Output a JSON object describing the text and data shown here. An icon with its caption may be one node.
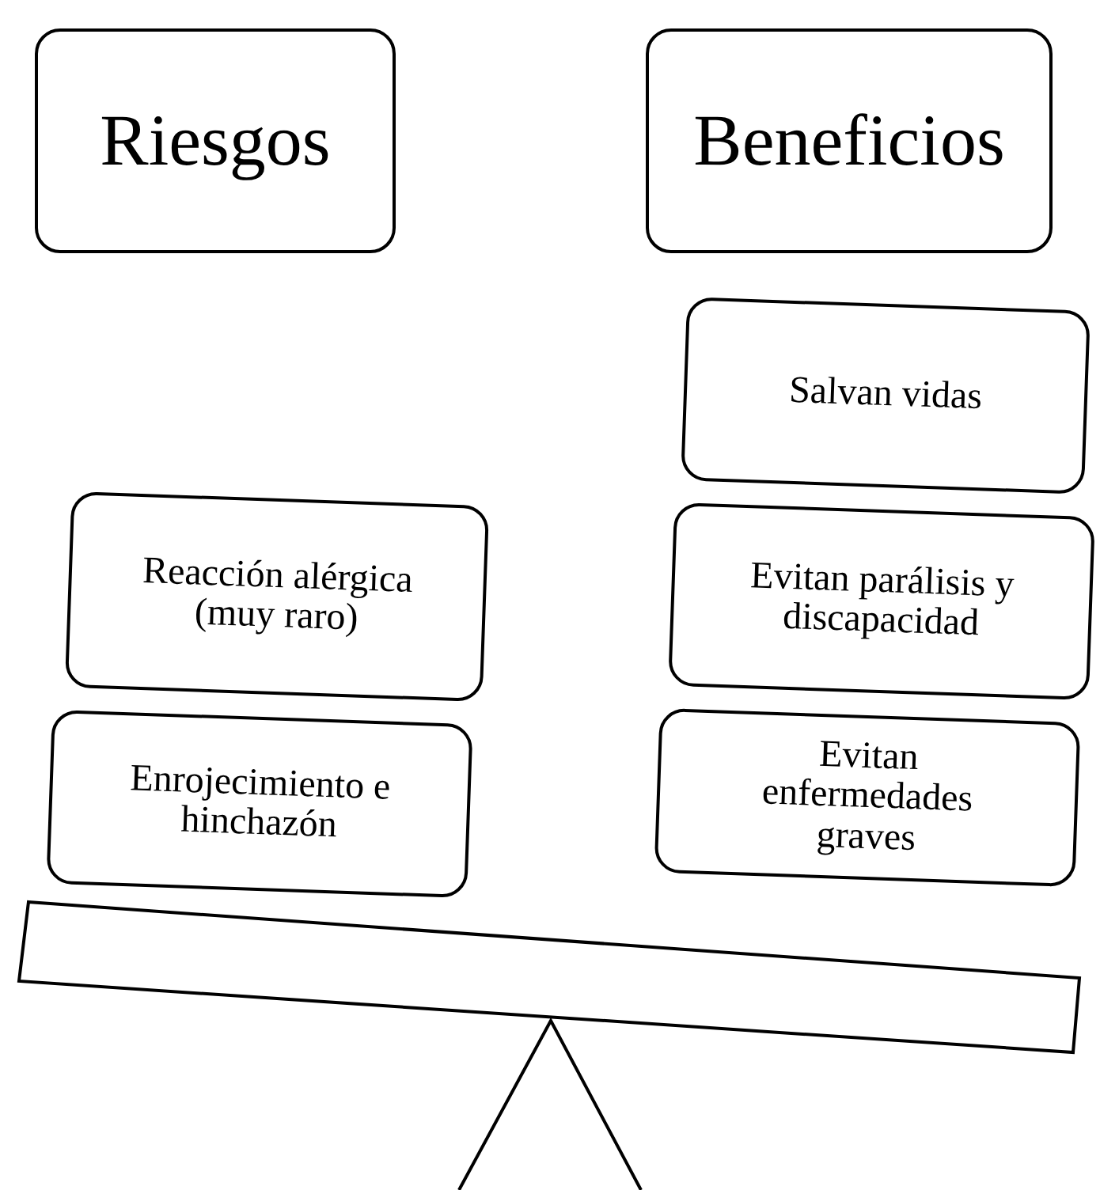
{
  "diagram": {
    "nodes": [
      {
        "text": [
          "Riesgos"
        ]
      },
      {
        "text": [
          "Beneficios"
        ]
      },
      {
        "text": [
          "Salvan vidas"
        ]
      },
      {
        "text": [
          "Reacción alérgica (muy raro)"
        ]
      },
      {
        "text": [
          "Evitan parálisis y discapacidad"
        ]
      },
      {
        "text": [
          "Enrojecimiento e hinchazón"
        ]
      },
      {
        "text": [
          "Evitan enfermedades graves"
        ]
      }
    ]
  }
}
